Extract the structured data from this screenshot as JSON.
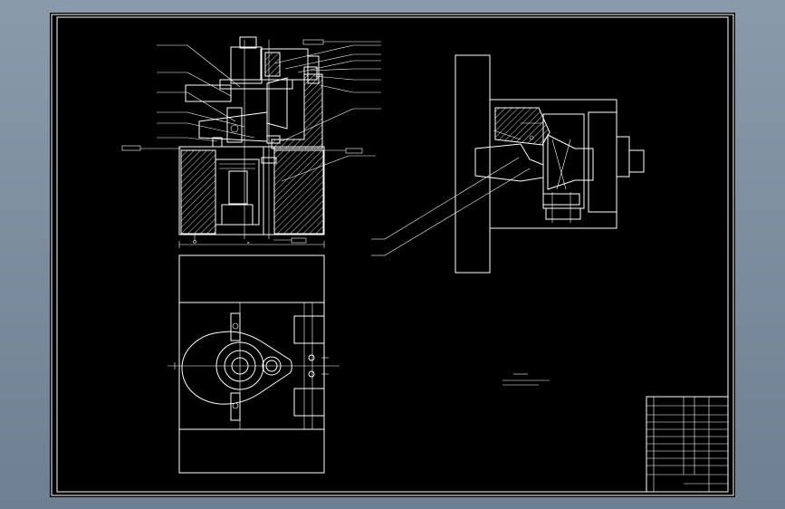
{
  "drawing": {
    "background": "#000000",
    "line_color": "#ffffff",
    "window_gradient": [
      "#8a9aab",
      "#6f7f91"
    ],
    "views": [
      "front-section-view",
      "top-view",
      "side-view"
    ],
    "title_block_rows": 11
  }
}
